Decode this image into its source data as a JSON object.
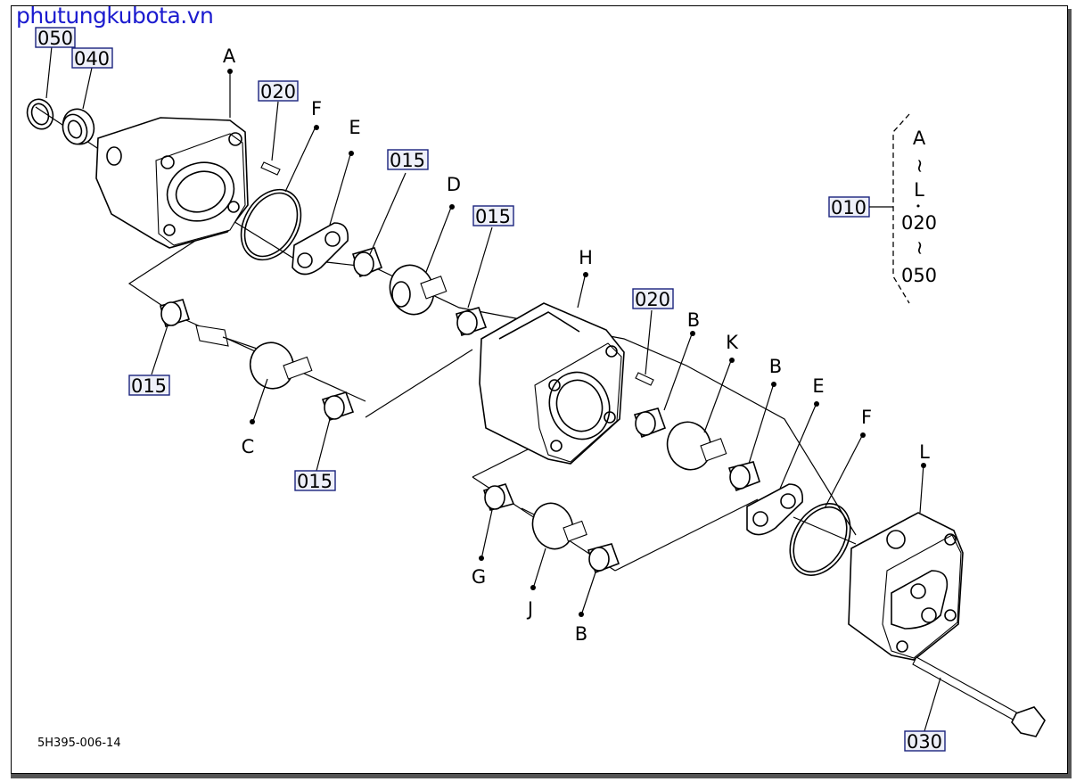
{
  "watermark": "phutungkubota.vn",
  "drawing_code": "5H395-006-14",
  "part_numbers": {
    "p050": "050",
    "p040": "040",
    "p020a": "020",
    "p015a": "015",
    "p015b": "015",
    "p015c": "015",
    "p015d": "015",
    "p020b": "020",
    "p010": "010",
    "p030": "030"
  },
  "component_letters": {
    "A": "A",
    "F1": "F",
    "E1": "E",
    "D": "D",
    "C": "C",
    "H": "H",
    "B1": "B",
    "K": "K",
    "B2": "B",
    "E2": "E",
    "F2": "F",
    "L": "L",
    "G": "G",
    "J": "J",
    "B3": "B"
  },
  "legend": {
    "from": "A",
    "tilde1": "~",
    "to": "L",
    "dot": "•",
    "plus_from": "020",
    "tilde2": "~",
    "plus_to": "050"
  }
}
